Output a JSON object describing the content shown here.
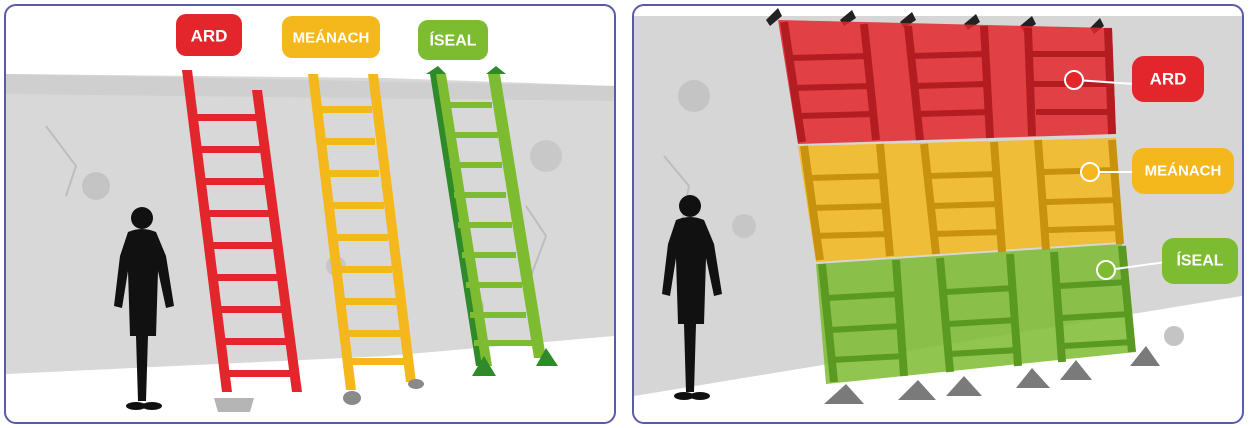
{
  "panels": {
    "left": {
      "labels": {
        "high": "ARD",
        "medium": "MEÁNACH",
        "low": "ÍSEAL"
      }
    },
    "right": {
      "labels": {
        "high": "ARD",
        "medium": "MEÁNACH",
        "low": "ÍSEAL"
      }
    }
  },
  "colors": {
    "high": "#e3262b",
    "medium": "#f5b81c",
    "low": "#7dbb30",
    "frame": "#5b5aa8",
    "wall": "#d6d6d6",
    "silhouette": "#111111"
  }
}
